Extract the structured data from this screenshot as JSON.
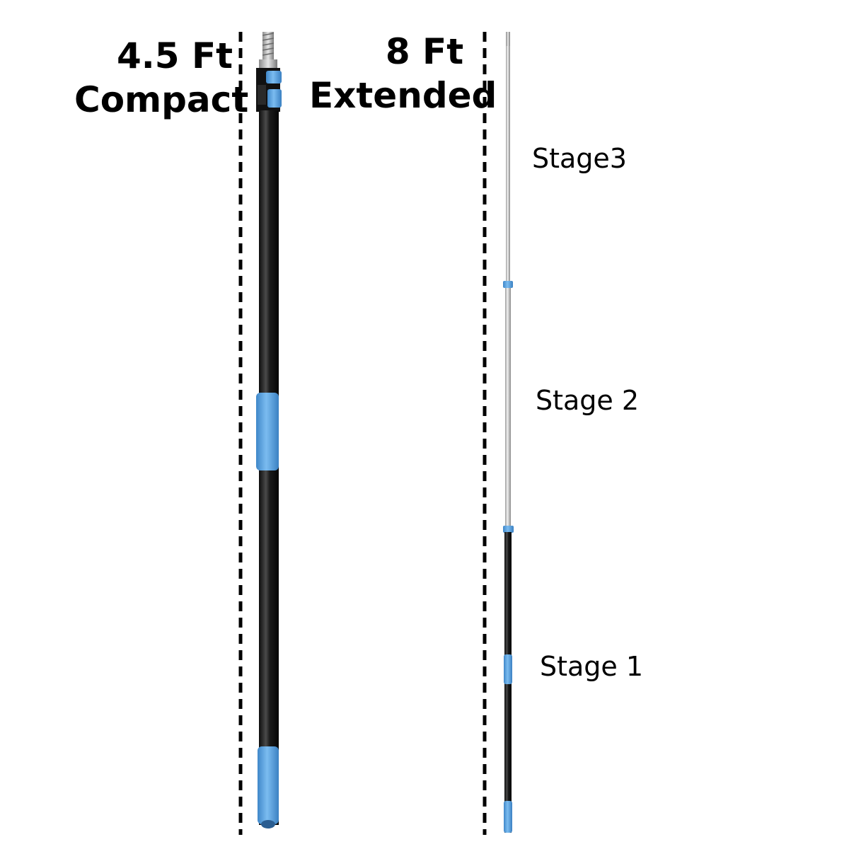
{
  "compact": {
    "length": "4.5 Ft",
    "caption": "Compact"
  },
  "extended": {
    "length": "8 Ft",
    "caption": "Extended"
  },
  "stages": {
    "stage3": "Stage3",
    "stage2": "Stage 2",
    "stage1": "Stage 1"
  },
  "colors": {
    "grip_blue": "#5aa3e0",
    "pole_black": "#1c1c1c",
    "pole_silver": "#c8c8c8",
    "divider": "#000000"
  }
}
